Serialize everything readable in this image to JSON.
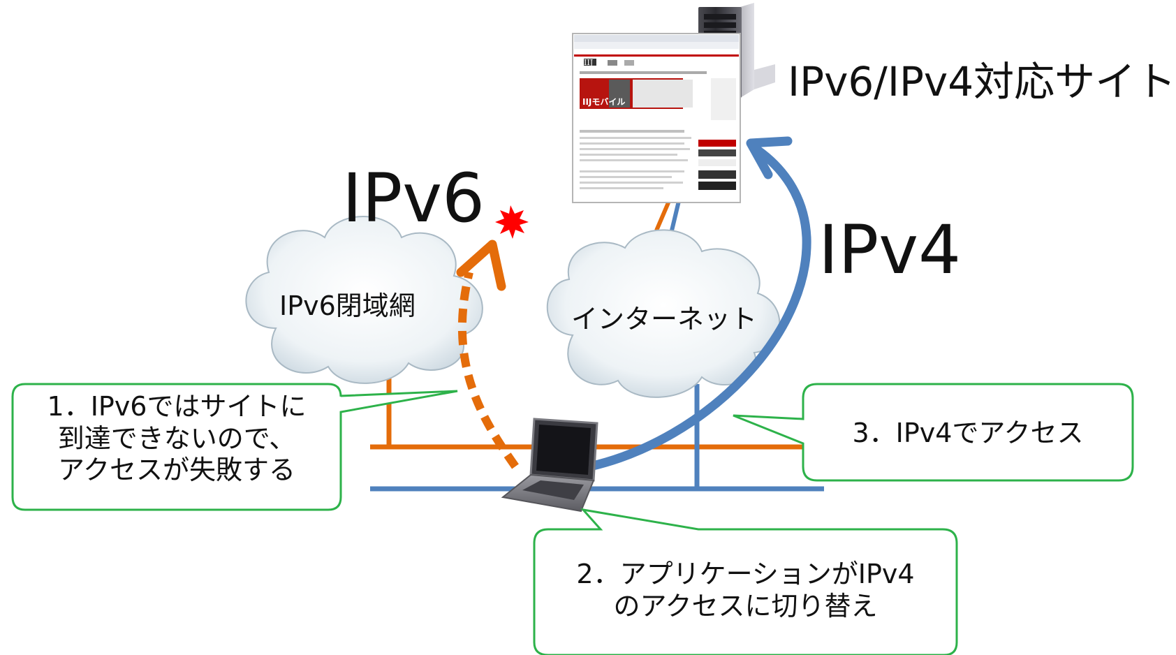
{
  "labels": {
    "site": "IPv6/IPv4対応サイト",
    "ipv6": "IPv6",
    "ipv4": "IPv4",
    "cloud_closed": "IPv6閉域網",
    "cloud_internet": "インターネット"
  },
  "callouts": [
    {
      "lines": [
        "1．IPv6ではサイトに",
        "到達できないので、",
        "アクセスが失敗する"
      ]
    },
    {
      "lines": [
        "2．アプリケーションがIPv4",
        "のアクセスに切り替え"
      ]
    },
    {
      "lines": [
        "3．IPv4でアクセス"
      ]
    }
  ],
  "screenshot": {
    "logo": "IIJ",
    "banner_text": "IIJモバイル"
  },
  "colors": {
    "ipv6_line": "#e46c0a",
    "ipv4_line": "#4f81bd",
    "callout_border": "#2db24a",
    "cloud_fill": "#e9f0f4",
    "burst": "#ff0000"
  }
}
